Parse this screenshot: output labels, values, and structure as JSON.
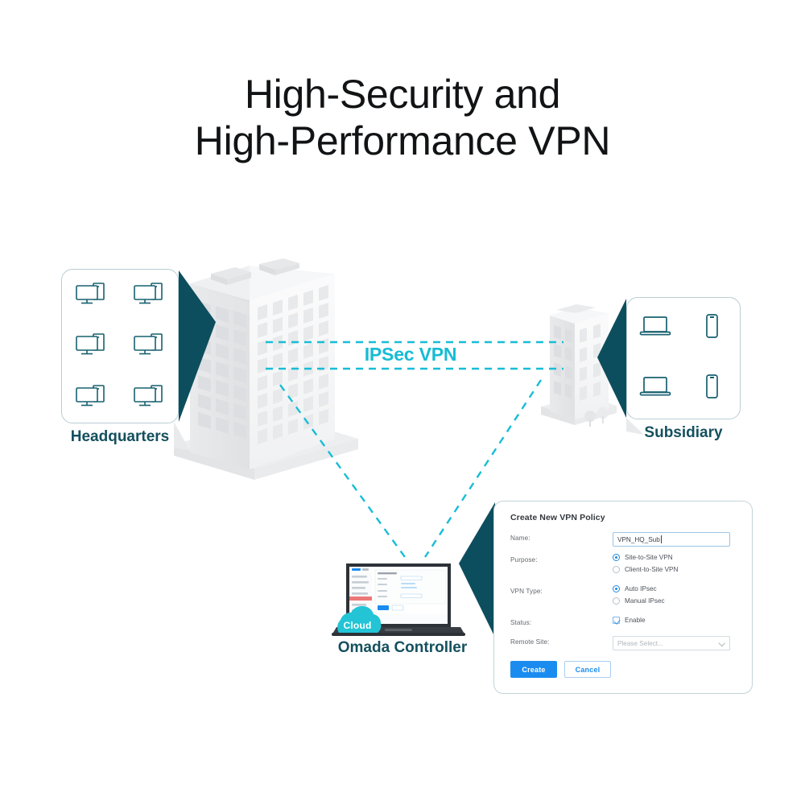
{
  "page": {
    "background_color": "#ffffff",
    "title_line1": "High-Security and",
    "title_line2": "High-Performance VPN",
    "title_color": "#111315"
  },
  "colors": {
    "teal_dark": "#14505e",
    "cyan": "#16bcd4",
    "cyan_cloud": "#22c4d6",
    "blue_primary": "#1a8cf0",
    "building_light": "#f2f3f4",
    "building_shade": "#e3e5e7",
    "card_border": "#b9cdd4"
  },
  "sites": {
    "headquarters": {
      "label": "Headquarters",
      "devices": [
        "desktop-monitor-icon",
        "desktop-monitor-icon",
        "desktop-monitor-icon",
        "desktop-monitor-icon",
        "desktop-monitor-icon",
        "desktop-monitor-icon"
      ]
    },
    "subsidiary": {
      "label": "Subsidiary",
      "devices": [
        "laptop-icon",
        "smartphone-icon",
        "laptop-icon",
        "smartphone-icon"
      ]
    }
  },
  "connection": {
    "tunnel_label": "IPSec VPN",
    "tunnel_style": "dashed",
    "tunnel_color": "#16bcd4"
  },
  "controller": {
    "label": "Omada Controller",
    "cloud_badge": "Cloud",
    "device": "laptop-icon"
  },
  "dialog": {
    "title": "Create New VPN Policy",
    "fields": {
      "name": {
        "label": "Name:",
        "value": "VPN_HQ_Sub",
        "type": "text"
      },
      "purpose": {
        "label": "Purpose:",
        "options": [
          "Site-to-Site VPN",
          "Client-to-Site VPN"
        ],
        "selected": "Site-to-Site VPN"
      },
      "vpn_type": {
        "label": "VPN Type:",
        "options": [
          "Auto IPsec",
          "Manual IPsec"
        ],
        "selected": "Auto IPsec"
      },
      "status": {
        "label": "Status:",
        "checkbox_label": "Enable",
        "checked": true
      },
      "remote_site": {
        "label": "Remote Site:",
        "placeholder": "Please Select...",
        "value": ""
      }
    },
    "buttons": {
      "primary": "Create",
      "secondary": "Cancel"
    }
  }
}
